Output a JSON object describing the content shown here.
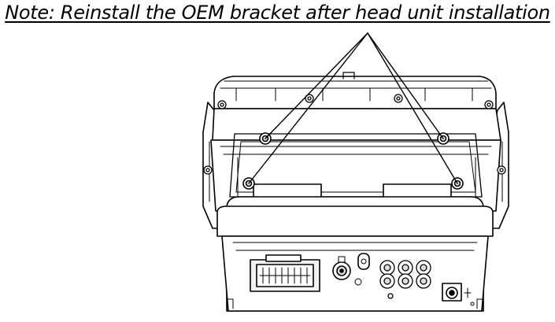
{
  "note": "Note: Reinstall the OEM bracket after head unit installation",
  "colors": {
    "ink": "#000000",
    "paper": "#ffffff",
    "fill_light": "#f2f2f2",
    "fill_dark": "#dddddd"
  },
  "callout": {
    "target": "bracket-screws",
    "count": 4
  }
}
